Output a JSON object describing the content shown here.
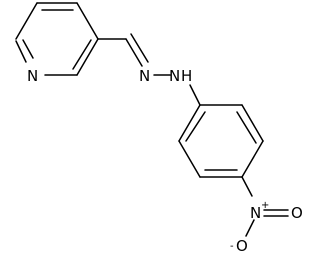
{
  "molecule": {
    "atoms": {
      "pyridine_n": "N",
      "hydrazone_n1": "N",
      "hydrazone_n2": "N",
      "hydrazone_h": "H",
      "nitro_n": "N",
      "nitro_o1": "O",
      "nitro_o2": "O"
    },
    "charges": {
      "nitro_n": "+",
      "nitro_o2": "-"
    }
  }
}
